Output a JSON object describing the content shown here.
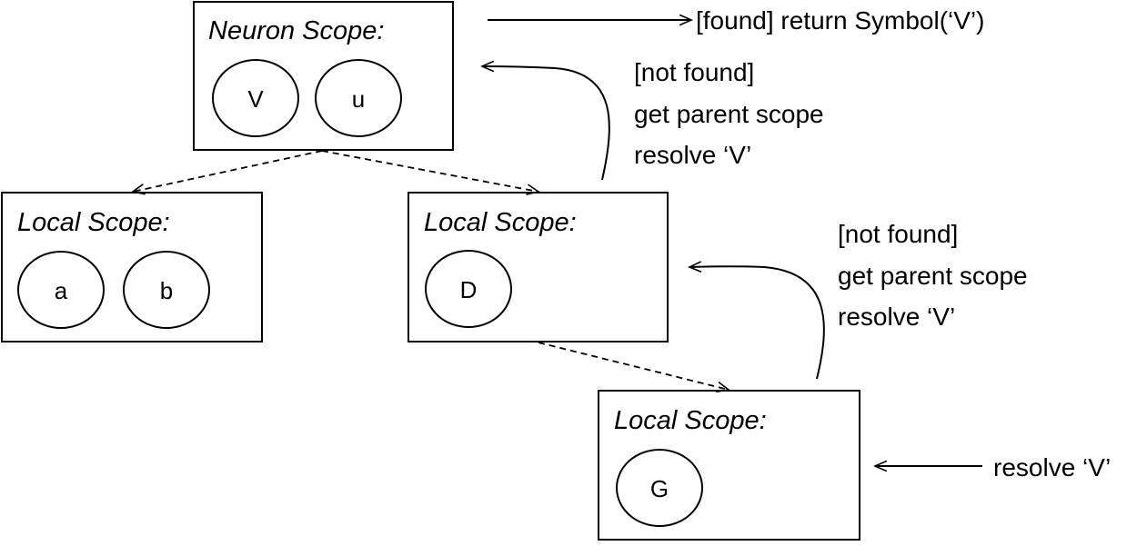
{
  "colors": {
    "stroke": "#000000",
    "background": "#ffffff"
  },
  "scopes": [
    {
      "id": "neuron",
      "title": "Neuron Scope:",
      "symbols": [
        "V",
        "u"
      ]
    },
    {
      "id": "local-left",
      "title": "Local Scope:",
      "symbols": [
        "a",
        "b"
      ]
    },
    {
      "id": "local-middle",
      "title": "Local Scope:",
      "symbols": [
        "D"
      ]
    },
    {
      "id": "local-bottom",
      "title": "Local Scope:",
      "symbols": [
        "G"
      ]
    }
  ],
  "notes": {
    "found": "[found] return Symbol(‘V’)",
    "not_found_upper": [
      "[not found]",
      "get parent scope",
      "resolve ‘V’"
    ],
    "not_found_lower": [
      "[not found]",
      "get parent scope",
      "resolve ‘V’"
    ],
    "resolve_entry": "resolve ‘V’"
  }
}
